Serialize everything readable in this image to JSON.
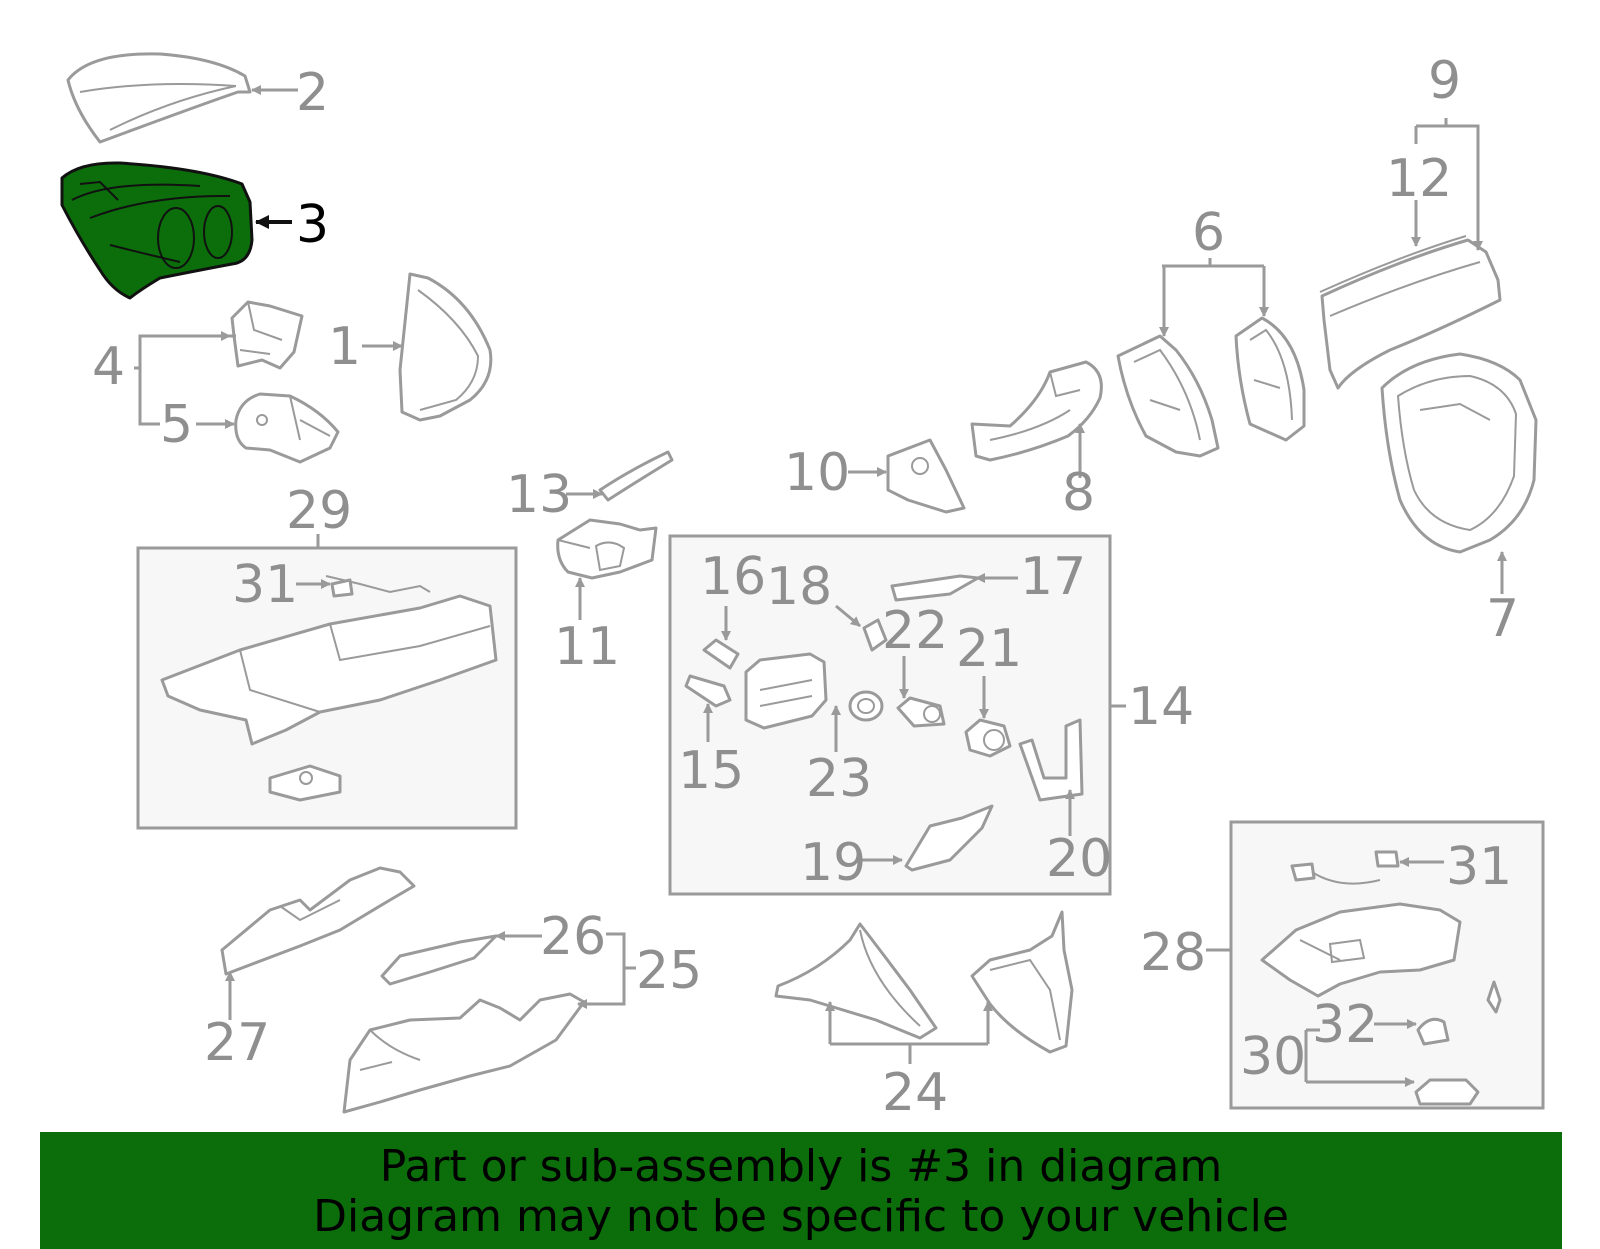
{
  "diagram": {
    "highlighted_callout": "3",
    "highlight_color": "#0b6e0b",
    "line_color": "#9a9a9a",
    "callouts": [
      "1",
      "2",
      "3",
      "4",
      "5",
      "6",
      "7",
      "8",
      "9",
      "10",
      "11",
      "12",
      "13",
      "14",
      "15",
      "16",
      "17",
      "18",
      "19",
      "20",
      "21",
      "22",
      "23",
      "24",
      "25",
      "26",
      "27",
      "28",
      "29",
      "30",
      "31",
      "31",
      "32"
    ]
  },
  "banner": {
    "line1": "Part or sub-assembly is #3 in diagram",
    "line2": "Diagram may not be specific to your vehicle",
    "background": "#0b6e0b"
  }
}
